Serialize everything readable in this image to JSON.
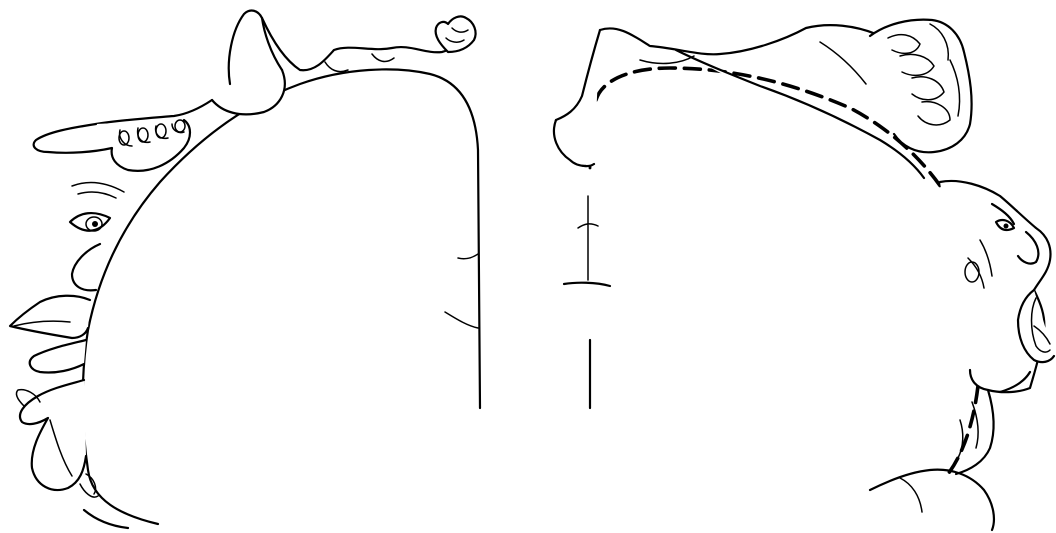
{
  "figure": {
    "background_color": "#ffffff",
    "line_color": "#000000",
    "panels": [
      {
        "side": "left",
        "structure": "hemisphere-section-outline",
        "parts_depicted": [
          "foot",
          "leg",
          "trunk",
          "arm",
          "hand",
          "fingers",
          "eye",
          "nose",
          "lips",
          "tongue"
        ]
      },
      {
        "side": "right",
        "structure": "hemisphere-section-outline",
        "parts_depicted": [
          "leg",
          "foot",
          "trunk",
          "hand",
          "fingers",
          "face",
          "mouth",
          "jaw"
        ]
      }
    ]
  }
}
